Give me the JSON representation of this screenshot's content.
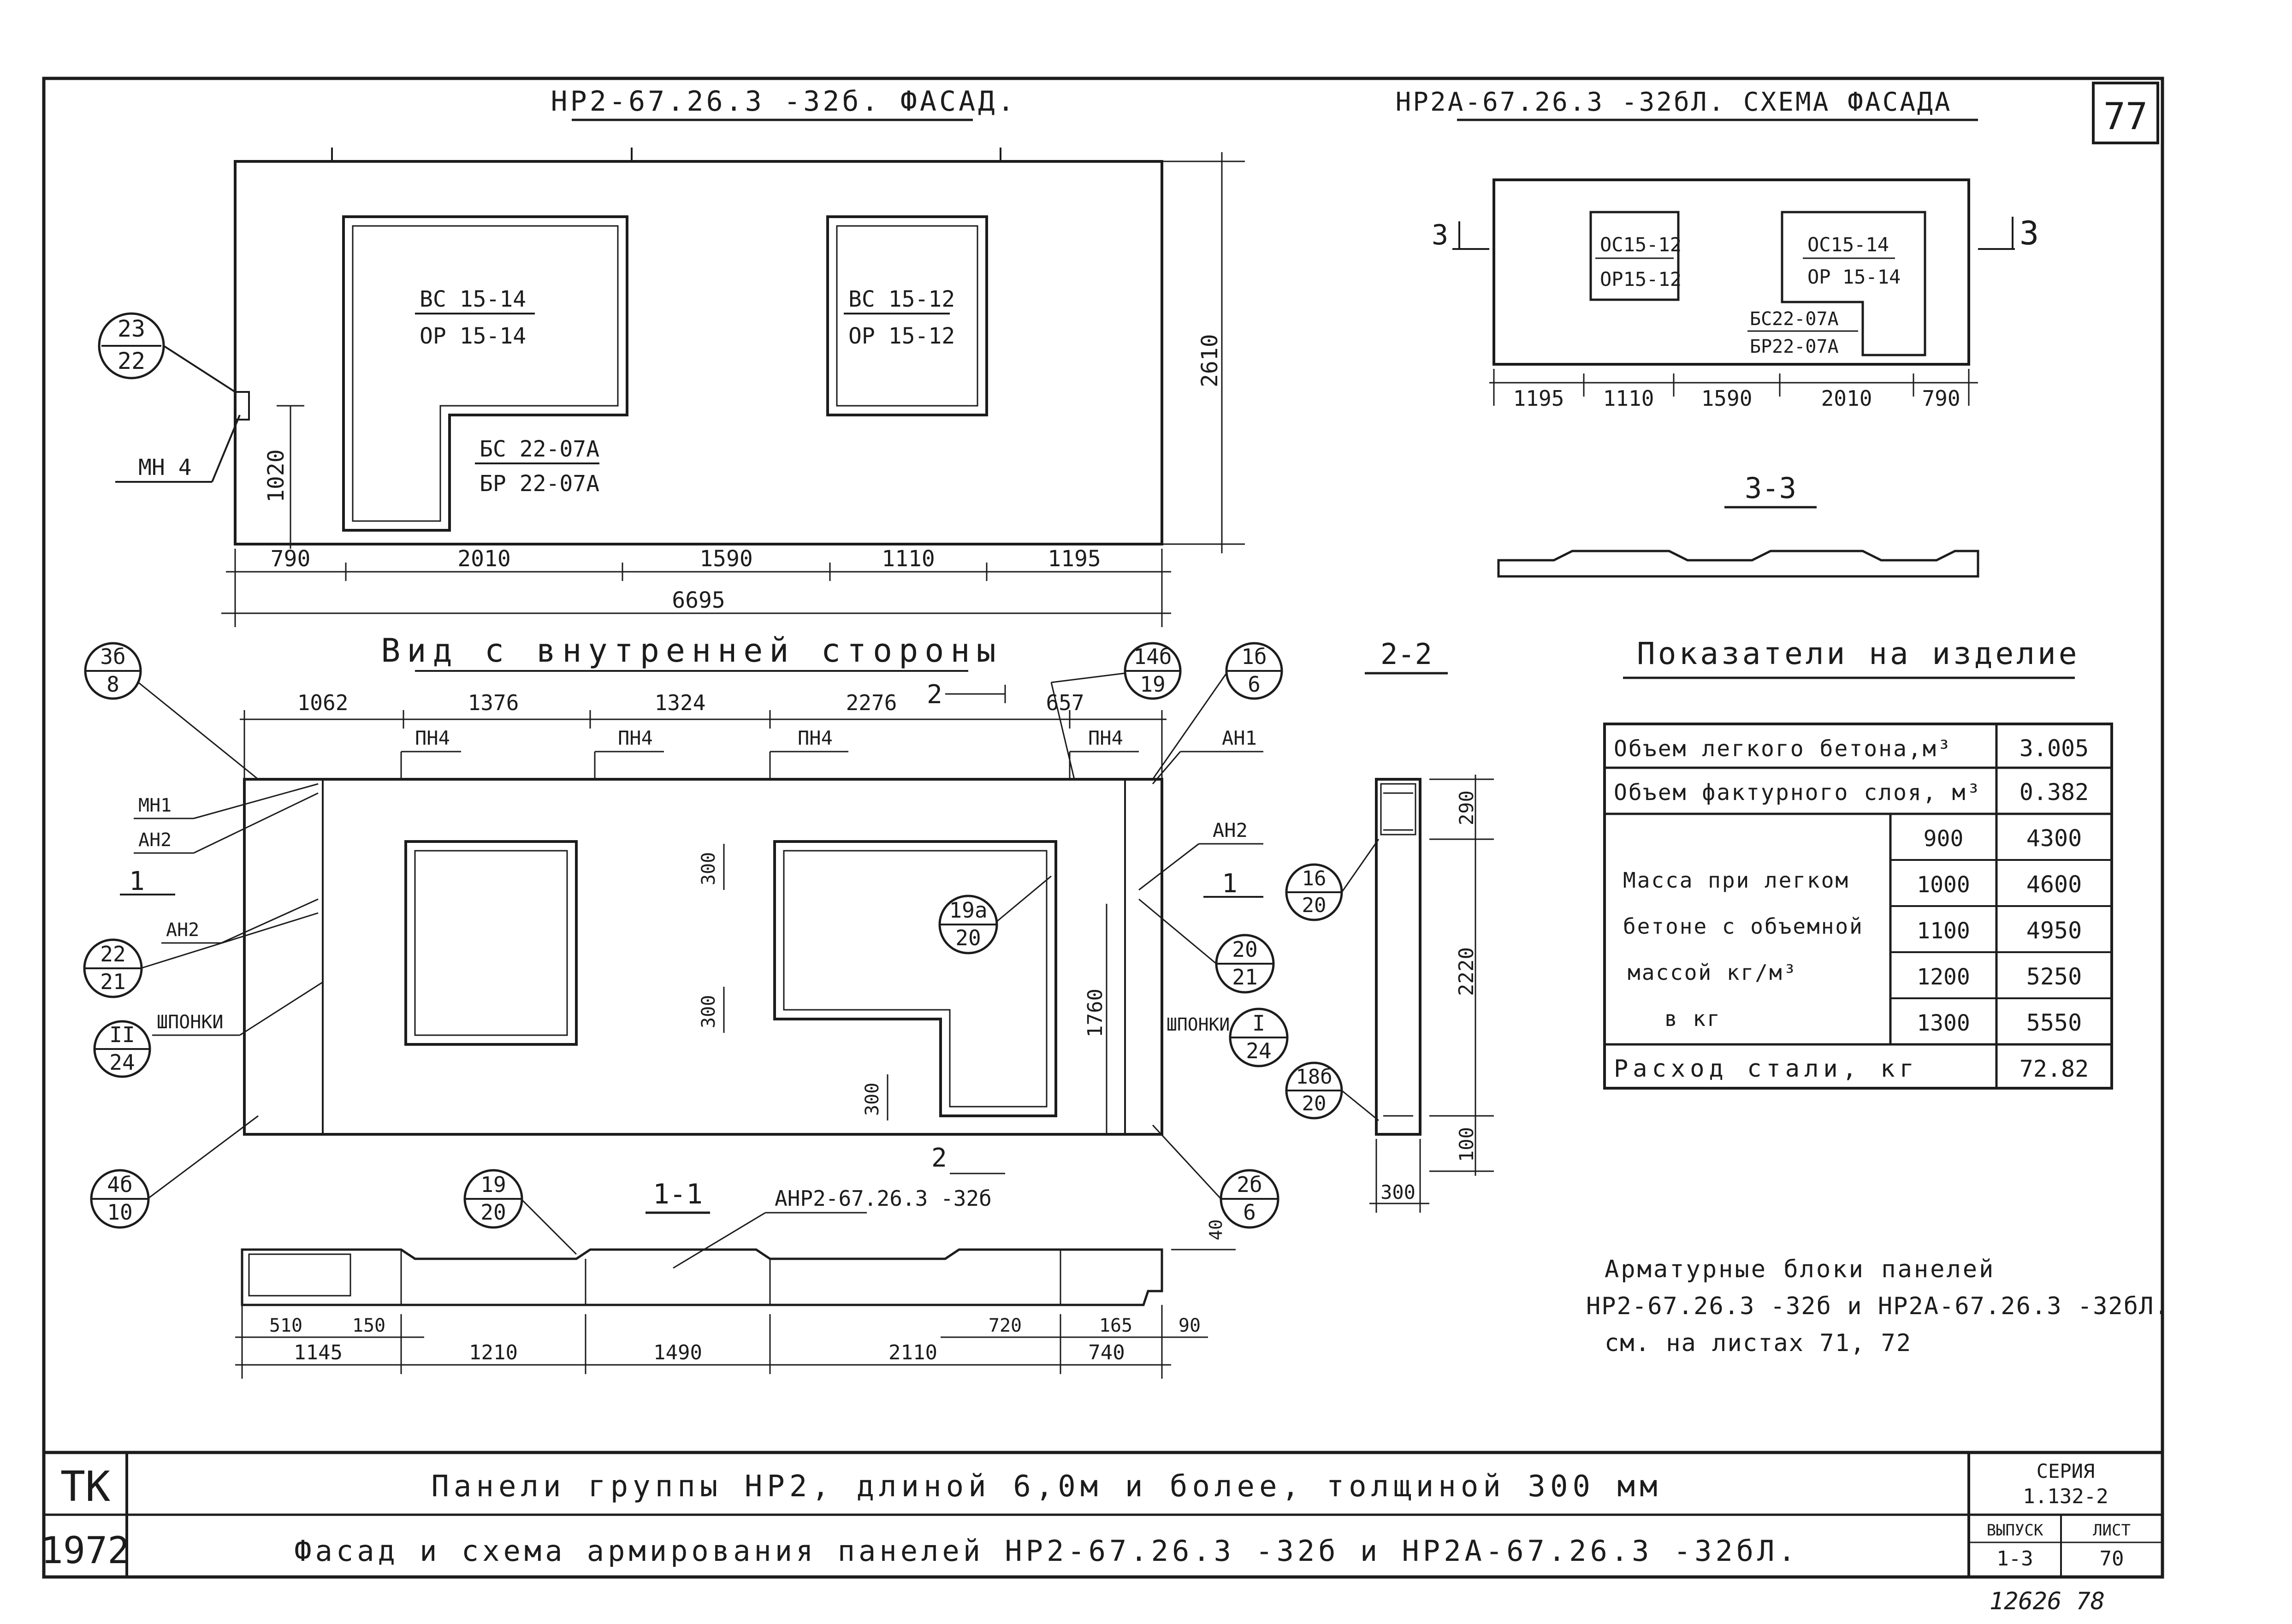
{
  "sheet_number": "77",
  "facade": {
    "title": "НР2-67.26.3 -32б. ФАСАД.",
    "window_left": [
      "ВС 15-14",
      "ОР 15-14"
    ],
    "window_right": [
      "ВС 15-12",
      "ОР 15-12"
    ],
    "door": [
      "БС 22-07А",
      "БР 22-07А"
    ],
    "dims_bottom": [
      "790",
      "2010",
      "1590",
      "1110",
      "1195"
    ],
    "total_length": "6695",
    "height": "2610",
    "height_left": "1020",
    "callout_23_22": [
      "23",
      "22"
    ],
    "label_mn4": "МН 4"
  },
  "scheme": {
    "title": "НР2А-67.26.3 -32бЛ. СХЕМА ФАСАДА",
    "window_left": [
      "ОС15-12",
      "ОР15-12"
    ],
    "window_right": [
      "ОС15-14",
      "ОР 15-14"
    ],
    "door": [
      "БС22-07А",
      "БР22-07А"
    ],
    "dims": [
      "1195",
      "1110",
      "1590",
      "2010",
      "790"
    ],
    "section_mark": "3",
    "section_title": "3-3"
  },
  "inner": {
    "title": "Вид с внутренней стороны",
    "dims_top": [
      "1062",
      "1376",
      "1324",
      "2276",
      "657"
    ],
    "section_mark_2": "2",
    "section_mark_1": "1",
    "pn4": [
      "ПН4",
      "ПН4",
      "ПН4",
      "ПН4"
    ],
    "labels": {
      "mn1": "МН1",
      "an2a": "АН2",
      "an2b": "АН2",
      "an1": "АН1",
      "an2c": "АН2",
      "shponki_left": "ШПОНКИ",
      "shponki_right": "ШПОНКИ"
    },
    "dims_300": [
      "300",
      "300",
      "300"
    ],
    "height_1760": "1760",
    "callouts": {
      "c3b8": [
        "3б",
        "8"
      ],
      "c22_21": [
        "22",
        "21"
      ],
      "c11_24": [
        "II",
        "24"
      ],
      "c4b10": [
        "4б",
        "10"
      ],
      "c14b19": [
        "14б",
        "19"
      ],
      "c1b6": [
        "1б",
        "6"
      ],
      "c19a20": [
        "19а",
        "20"
      ],
      "c20_21": [
        "20",
        "21"
      ],
      "cI24": [
        "I",
        "24"
      ],
      "c2b6": [
        "2б",
        "6"
      ],
      "c19_20": [
        "19",
        "20"
      ]
    }
  },
  "section11": {
    "title": "1-1",
    "label": "АНР2-67.26.3 -32б",
    "dim_40": "40",
    "dims_row1": [
      "510",
      "150",
      "720",
      "165",
      "90"
    ],
    "dims_row2": [
      "1145",
      "1210",
      "1490",
      "2110",
      "740"
    ]
  },
  "section22": {
    "title": "2-2",
    "dims": [
      "290",
      "2220",
      "100"
    ],
    "width": "300",
    "callouts": {
      "c16_20": [
        "16",
        "20"
      ],
      "c18b20": [
        "18б",
        "20"
      ]
    }
  },
  "indicators": {
    "title": "Показатели на изделие",
    "row_volume_light": [
      "Объем легкого бетона,м³",
      "3.005"
    ],
    "row_volume_facing": [
      "Объем фактурного слоя, м³",
      "0.382"
    ],
    "mass_label": [
      "Масса при легком",
      "бетоне с объемной",
      "массой кг/м³",
      "в кг"
    ],
    "mass_rows": [
      [
        "900",
        "4300"
      ],
      [
        "1000",
        "4600"
      ],
      [
        "1100",
        "4950"
      ],
      [
        "1200",
        "5250"
      ],
      [
        "1300",
        "5550"
      ]
    ],
    "row_steel": [
      "Расход стали, кг",
      "72.82"
    ]
  },
  "note": [
    "Арматурные блоки панелей",
    "НР2-67.26.3 -32б и НР2А-67.26.3 -32бЛ.",
    "см. на листах 71, 72"
  ],
  "title_block": {
    "org": "ТК",
    "year": "1972",
    "line1": "Панели группы НР2, длиной 6,0м и более, толщиной 300 мм",
    "line2": "Фасад и схема армирования панелей НР2-67.26.3 -32б и НР2А-67.26.3 -32бЛ.",
    "series_label": "СЕРИЯ",
    "series_value": "1.132-2",
    "issue_label": "ВЫПУСК",
    "issue_value": "1-3",
    "sheet_label": "ЛИСТ",
    "sheet_value": "70"
  },
  "footer": "12626 78"
}
